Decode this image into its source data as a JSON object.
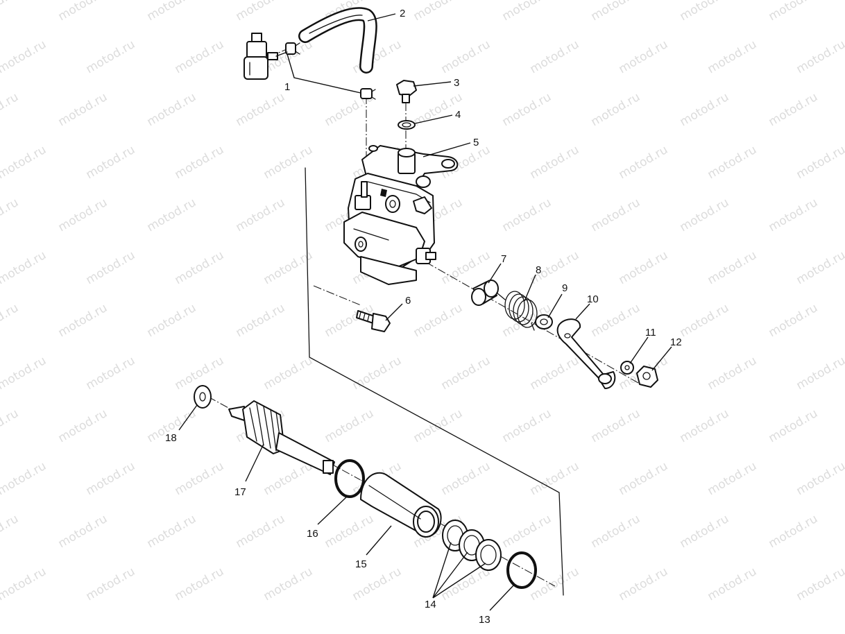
{
  "watermark": {
    "text": "motod.ru",
    "color": "#dcdcdc"
  },
  "callouts": {
    "c1": "1",
    "c2": "2",
    "c3": "3",
    "c4": "4",
    "c5": "5",
    "c6": "6",
    "c7": "7",
    "c8": "8",
    "c9": "9",
    "c10": "10",
    "c11": "11",
    "c12": "12",
    "c13": "13",
    "c14": "14",
    "c15": "15",
    "c16": "16",
    "c17": "17",
    "c18": "18"
  }
}
